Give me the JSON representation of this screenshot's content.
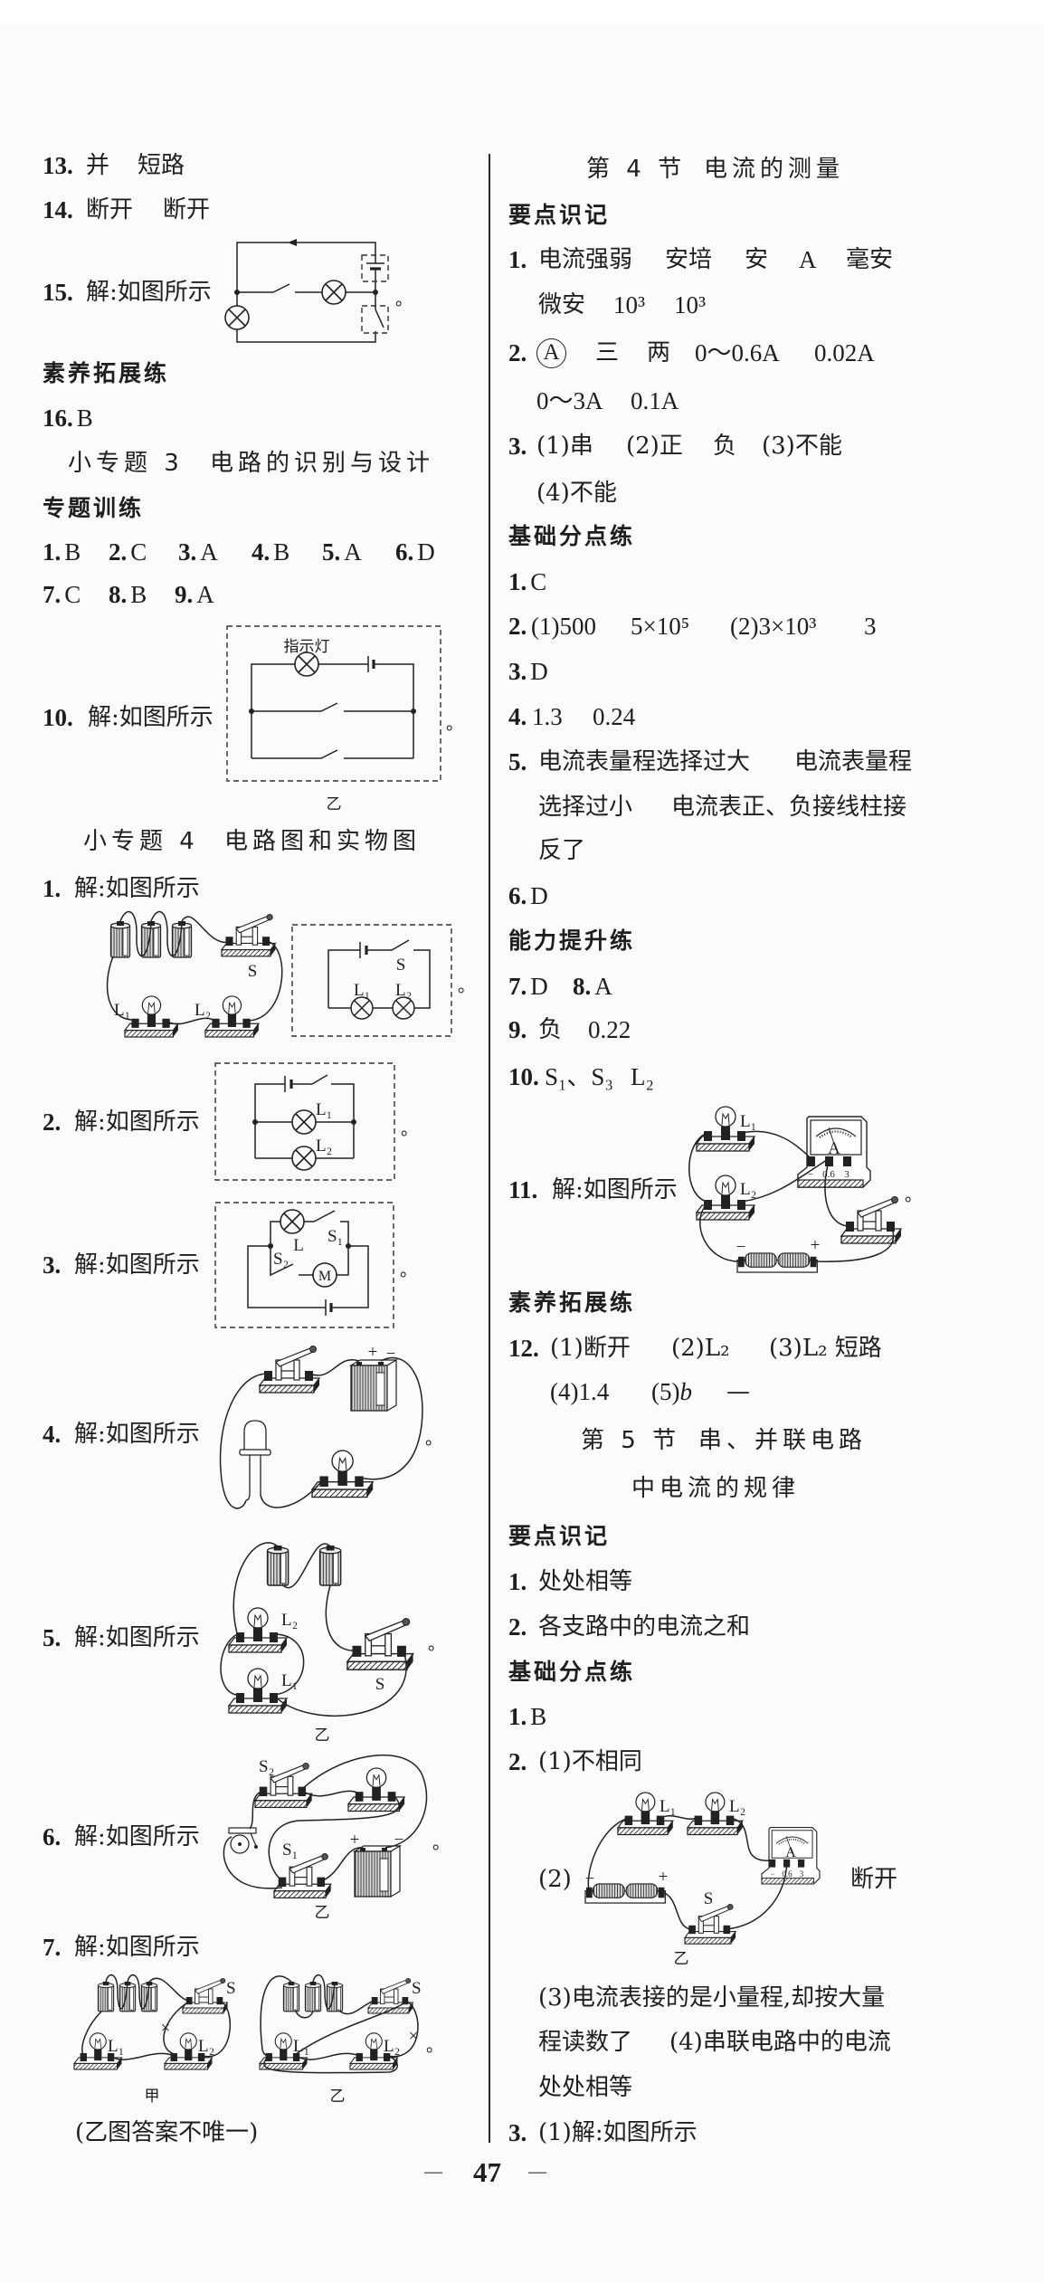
{
  "page": {
    "number": "47",
    "dash": "—"
  },
  "left": {
    "q13": {
      "num": "13.",
      "ans": [
        "并",
        "短路"
      ]
    },
    "q14": {
      "num": "14.",
      "ans": [
        "断开",
        "断开"
      ]
    },
    "q15": {
      "num": "15.",
      "text": "解:如图所示",
      "period": "。"
    },
    "heading_suyang": "素养拓展练",
    "q16": {
      "num": "16.",
      "ans": "B"
    },
    "topic3": {
      "title": "小专题 3",
      "subtitle": "电路的识别与设计"
    },
    "heading_zhuanti": "专题训练",
    "mc": [
      {
        "num": "1.",
        "ans": "B"
      },
      {
        "num": "2.",
        "ans": "C"
      },
      {
        "num": "3.",
        "ans": "A"
      },
      {
        "num": "4.",
        "ans": "B"
      },
      {
        "num": "5.",
        "ans": "A"
      },
      {
        "num": "6.",
        "ans": "D"
      },
      {
        "num": "7.",
        "ans": "C"
      },
      {
        "num": "8.",
        "ans": "B"
      },
      {
        "num": "9.",
        "ans": "A"
      }
    ],
    "q10": {
      "num": "10.",
      "text": "解:如图所示",
      "lamp_label": "指示灯",
      "caption": "乙",
      "period": "。"
    },
    "topic4": {
      "title": "小专题 4",
      "subtitle": "电路图和实物图"
    },
    "t4": [
      {
        "num": "1.",
        "text": "解:如图所示",
        "labels": {
          "S": "S",
          "L1": "L₁",
          "L2": "L₂"
        },
        "schematic_labels": {
          "S": "S",
          "L1": "L₁",
          "L2": "L₂"
        },
        "period": "。"
      },
      {
        "num": "2.",
        "text": "解:如图所示",
        "labels": {
          "L1": "L₁",
          "L2": "L₂"
        },
        "period": "。"
      },
      {
        "num": "3.",
        "text": "解:如图所示",
        "labels": {
          "L": "L",
          "S1": "S₁",
          "S2": "S₂",
          "M": "M"
        },
        "period": "。"
      },
      {
        "num": "4.",
        "text": "解:如图所示",
        "labels": {
          "plus": "+",
          "minus": "−"
        },
        "period": "。"
      },
      {
        "num": "5.",
        "text": "解:如图所示",
        "labels": {
          "L1": "L₁",
          "L2": "L₂",
          "S": "S"
        },
        "caption": "乙",
        "period": "。"
      },
      {
        "num": "6.",
        "text": "解:如图所示",
        "labels": {
          "S1": "S₁",
          "S2": "S₂",
          "plus": "+",
          "minus": "−"
        },
        "caption": "乙",
        "period": "。"
      },
      {
        "num": "7.",
        "text": "解:如图所示",
        "fig_jia": {
          "S": "S",
          "L1": "L₁",
          "L2": "L₂",
          "cross": "×",
          "caption": "甲"
        },
        "fig_yi": {
          "S": "S",
          "L1": "L₁",
          "L2": "L₂",
          "cross": "×",
          "caption": "乙"
        },
        "period": "。",
        "note": "(乙图答案不唯一)"
      }
    ]
  },
  "right": {
    "sec4": {
      "title": "第 4 节",
      "subtitle": "电流的测量"
    },
    "sec4_key": {
      "heading": "要点识记",
      "q1": {
        "num": "1.",
        "line1": [
          "电流强弱",
          "安培",
          "安",
          "A",
          "毫安"
        ],
        "line2": [
          "微安",
          "10³",
          "10³"
        ]
      },
      "q2": {
        "num": "2.",
        "symbol": "A",
        "line1": [
          "三",
          "两",
          "0～0.6A",
          "0.02A"
        ],
        "line2": [
          "0～3A",
          "0.1A"
        ]
      },
      "q3": {
        "num": "3.",
        "line1": [
          "(1)串",
          "(2)正",
          "负",
          "(3)不能"
        ],
        "line2": [
          "(4)不能"
        ]
      }
    },
    "sec4_basic": {
      "heading": "基础分点练",
      "q1": {
        "num": "1.",
        "ans": "C"
      },
      "q2": {
        "num": "2.",
        "parts": [
          "(1)500",
          "5×10⁵",
          "(2)3×10³",
          "3"
        ]
      },
      "q3": {
        "num": "3.",
        "ans": "D"
      },
      "q4": {
        "num": "4.",
        "parts": [
          "1.3",
          "0.24"
        ]
      },
      "q5": {
        "num": "5.",
        "line1": [
          "电流表量程选择过大",
          "电流表量程"
        ],
        "line2": [
          "选择过小",
          "电流表正、负接线柱接"
        ],
        "line3": "反了"
      },
      "q6": {
        "num": "6.",
        "ans": "D"
      }
    },
    "sec4_ability": {
      "heading": "能力提升练",
      "q7": {
        "num": "7.",
        "ans": "D"
      },
      "q8": {
        "num": "8.",
        "ans": "A"
      },
      "q9": {
        "num": "9.",
        "parts": [
          "负",
          "0.22"
        ]
      },
      "q10": {
        "num": "10.",
        "parts": [
          "S₁、S₃",
          "L₂"
        ]
      },
      "q11": {
        "num": "11.",
        "text": "解:如图所示",
        "labels": {
          "L1": "L₁",
          "L2": "L₂",
          "A": "A",
          "t_neg": "−",
          "t_06": "0.6",
          "t_3": "3",
          "b_neg": "−",
          "b_pos": "+"
        },
        "period": "。"
      }
    },
    "sec4_ext": {
      "heading": "素养拓展练",
      "q12": {
        "num": "12.",
        "line1": [
          "(1)断开",
          "(2)L₂",
          "(3)L₂ 短路"
        ],
        "line2": [
          "(4)1.4",
          "(5)",
          "b",
          "—"
        ]
      }
    },
    "sec5": {
      "title": "第 5 节",
      "subtitle_line1": "串、并联电路",
      "subtitle_line2": "中电流的规律"
    },
    "sec5_key": {
      "heading": "要点识记",
      "q1": {
        "num": "1.",
        "text": "处处相等"
      },
      "q2": {
        "num": "2.",
        "text": "各支路中的电流之和"
      }
    },
    "sec5_basic": {
      "heading": "基础分点练",
      "q1": {
        "num": "1.",
        "ans": "B"
      },
      "q2": {
        "num": "2.",
        "p1": "(1)不相同",
        "p2_label": "(2)",
        "p2_answer": "断开",
        "fig": {
          "L1": "L₁",
          "L2": "L₂",
          "A": "A",
          "t_neg": "−",
          "t_06": "0.6",
          "t_3": "3",
          "b_neg": "−",
          "b_pos": "+",
          "S": "S",
          "caption": "乙"
        },
        "p3_line1": "(3)电流表接的是小量程,却按大量",
        "p3_line2a": "程读数了",
        "p3_line2b": "(4)串联电路中的电流",
        "p3_line3": "处处相等"
      },
      "q3": {
        "num": "3.",
        "text": "(1)解:如图所示"
      }
    }
  }
}
